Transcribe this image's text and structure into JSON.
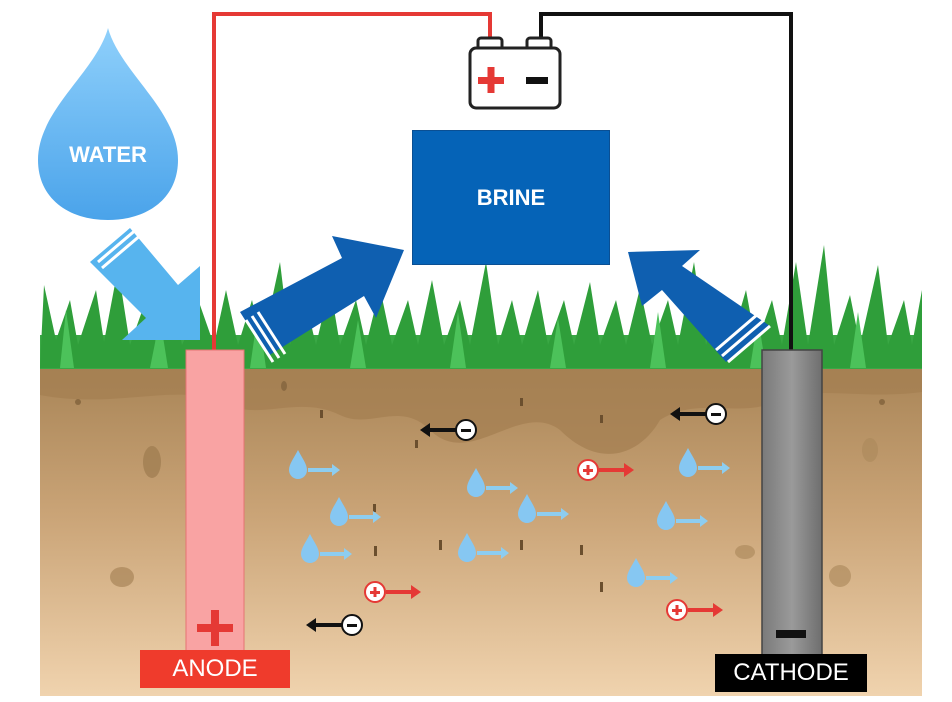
{
  "labels": {
    "water": "WATER",
    "brine": "BRINE",
    "anode": "ANODE",
    "cathode": "CATHODE"
  },
  "colors": {
    "water_drop": "#6db6f2",
    "flow_arrow": "#0563b7",
    "inflow_arrow": "#57b4ee",
    "brine_box": "#0563b7",
    "anode": "#ef3b2c",
    "anode_rod": "#f9a3a3",
    "cathode_rod": "#8c8c8c",
    "positive_wire": "#e53935",
    "negative_wire": "#111111",
    "grass": "#2e9e3a",
    "soil": "#c9a476"
  },
  "icons": {
    "battery": "battery-icon",
    "water_drop": "water-drop-icon",
    "cation": "positive-ion-icon",
    "anion": "negative-ion-icon"
  }
}
